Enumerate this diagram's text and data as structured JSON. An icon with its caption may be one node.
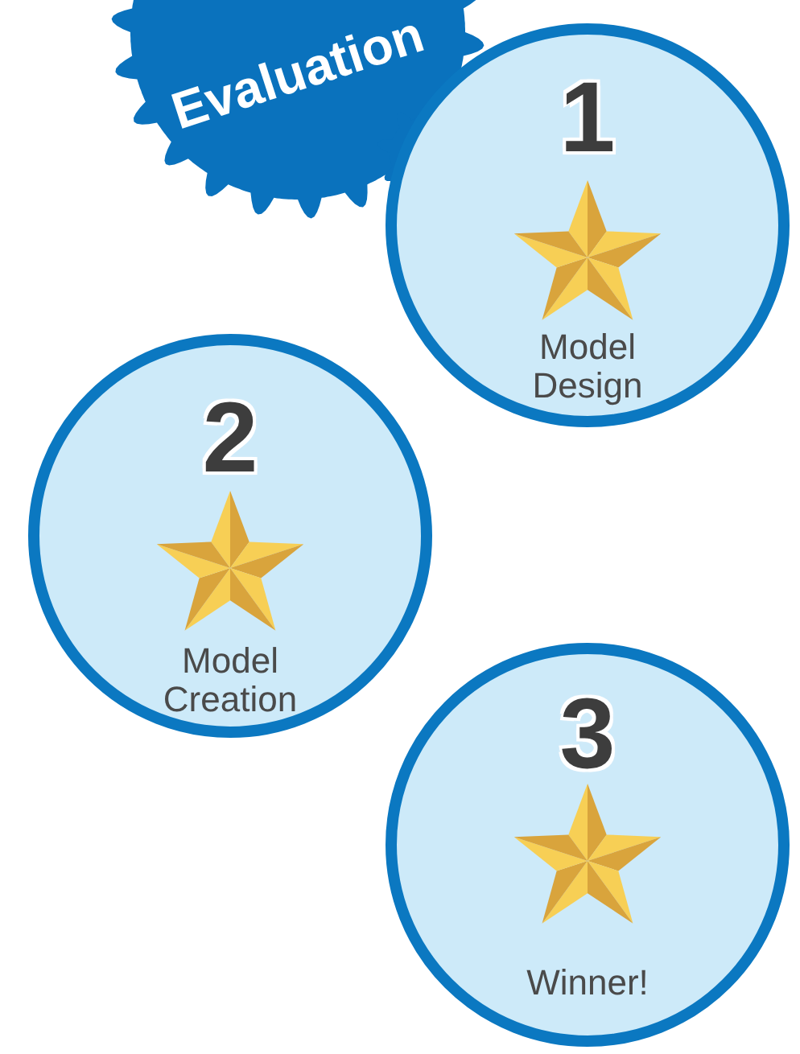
{
  "diagram": {
    "nodes": [
      {
        "text": [
          "Evaluation"
        ]
      },
      {
        "text": [
          "1",
          "Model Design"
        ]
      },
      {
        "text": [
          "2",
          "Model Creation"
        ]
      },
      {
        "text": [
          "3",
          "Winner!"
        ]
      }
    ],
    "edges": []
  }
}
